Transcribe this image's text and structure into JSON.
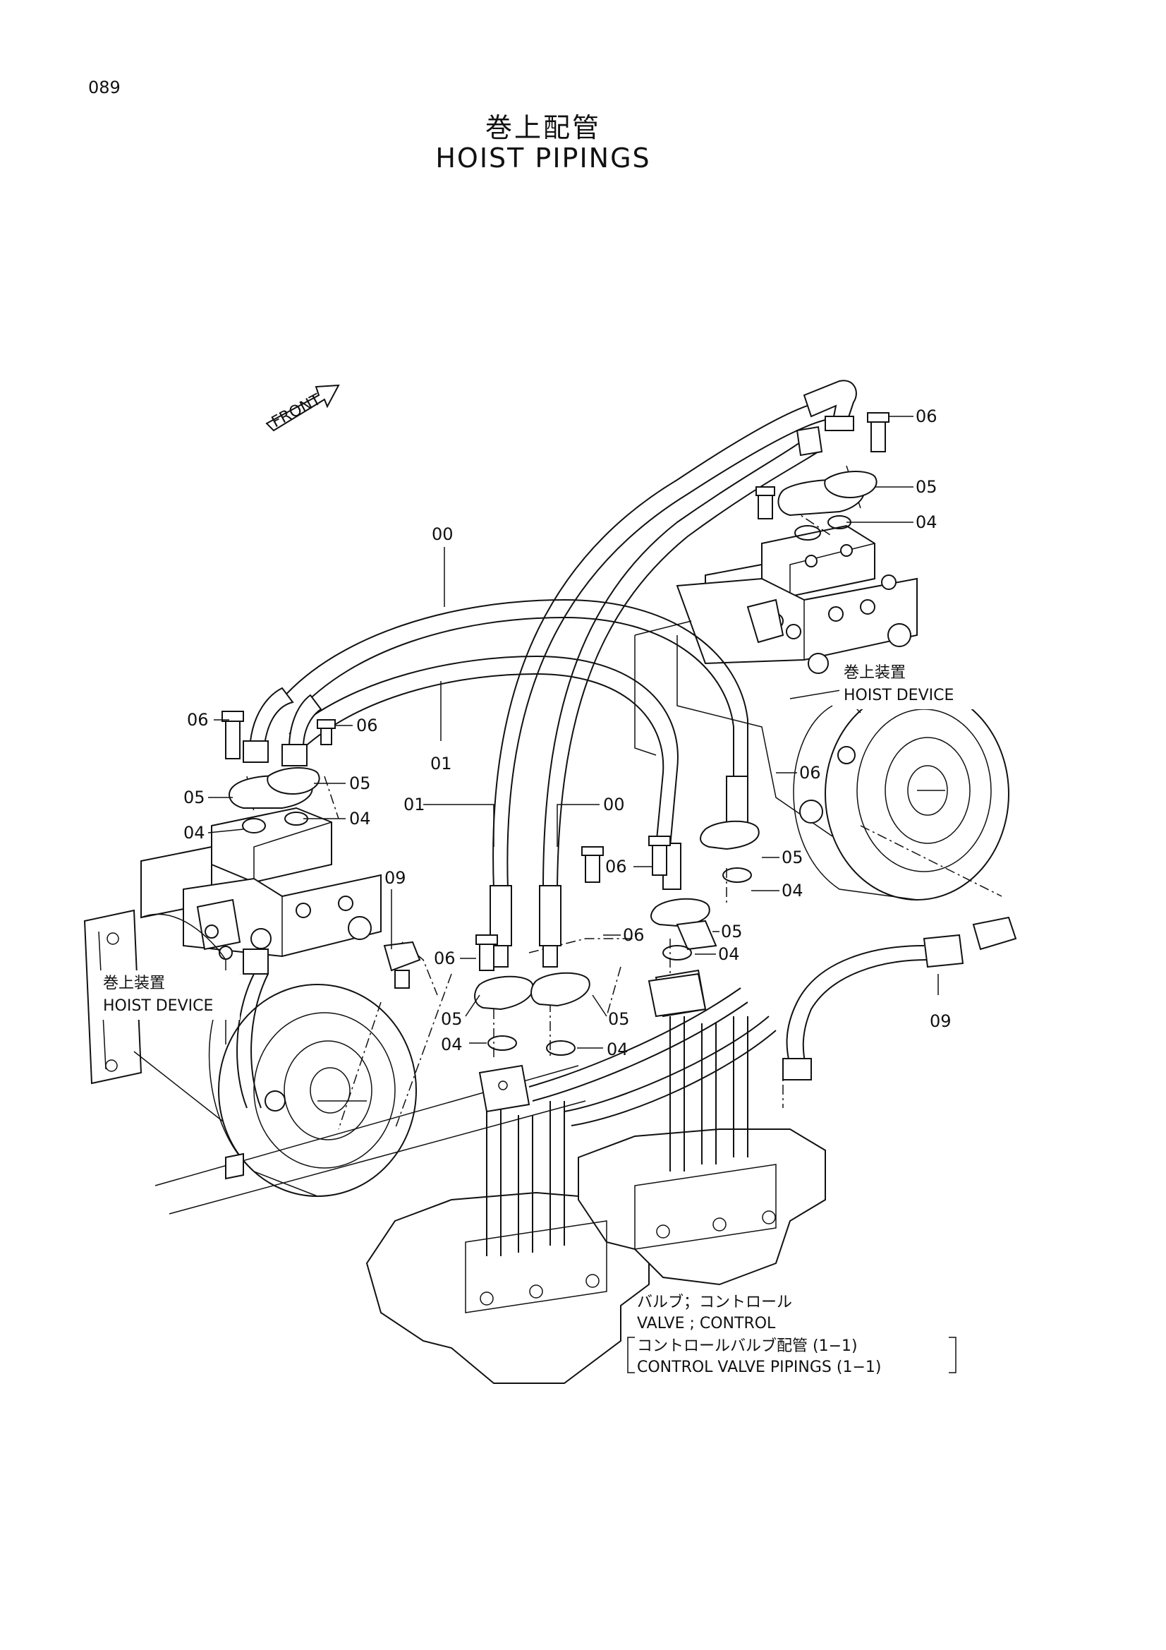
{
  "page_number": "089",
  "title_ja": "巻上配管",
  "title_en": "HOIST PIPINGS",
  "front_arrow": "FRONT",
  "callouts": {
    "c00_top": "00",
    "c01_mid": "01",
    "c01_left": "01",
    "c00_mid": "00",
    "c06_tr": "06",
    "c05_tr": "05",
    "c04_tr": "04",
    "c06_l1": "06",
    "c06_l2": "06",
    "c05_l1": "05",
    "c05_l2": "05",
    "c04_l1": "04",
    "c04_l2": "04",
    "c09_left": "09",
    "c06_r": "06",
    "c05_r": "05",
    "c04_r": "04",
    "c06_c1": "06",
    "c05_c1": "05",
    "c04_c1": "04",
    "c06_c2": "06",
    "c06_c3": "06",
    "c05_c2": "05",
    "c05_c3": "05",
    "c04_c2": "04",
    "c04_c3": "04",
    "c09_right": "09"
  },
  "hoist_device_right": {
    "ja": "巻上装置",
    "en": "HOIST DEVICE"
  },
  "hoist_device_left": {
    "ja": "巻上装置",
    "en": "HOIST DEVICE"
  },
  "valve_note": {
    "ja": "バルブ；コントロール",
    "en": "VALVE ; CONTROL",
    "ref_ja": "コントロールバルブ配管 (1−1)",
    "ref_en": "CONTROL VALVE PIPINGS (1−1)"
  }
}
